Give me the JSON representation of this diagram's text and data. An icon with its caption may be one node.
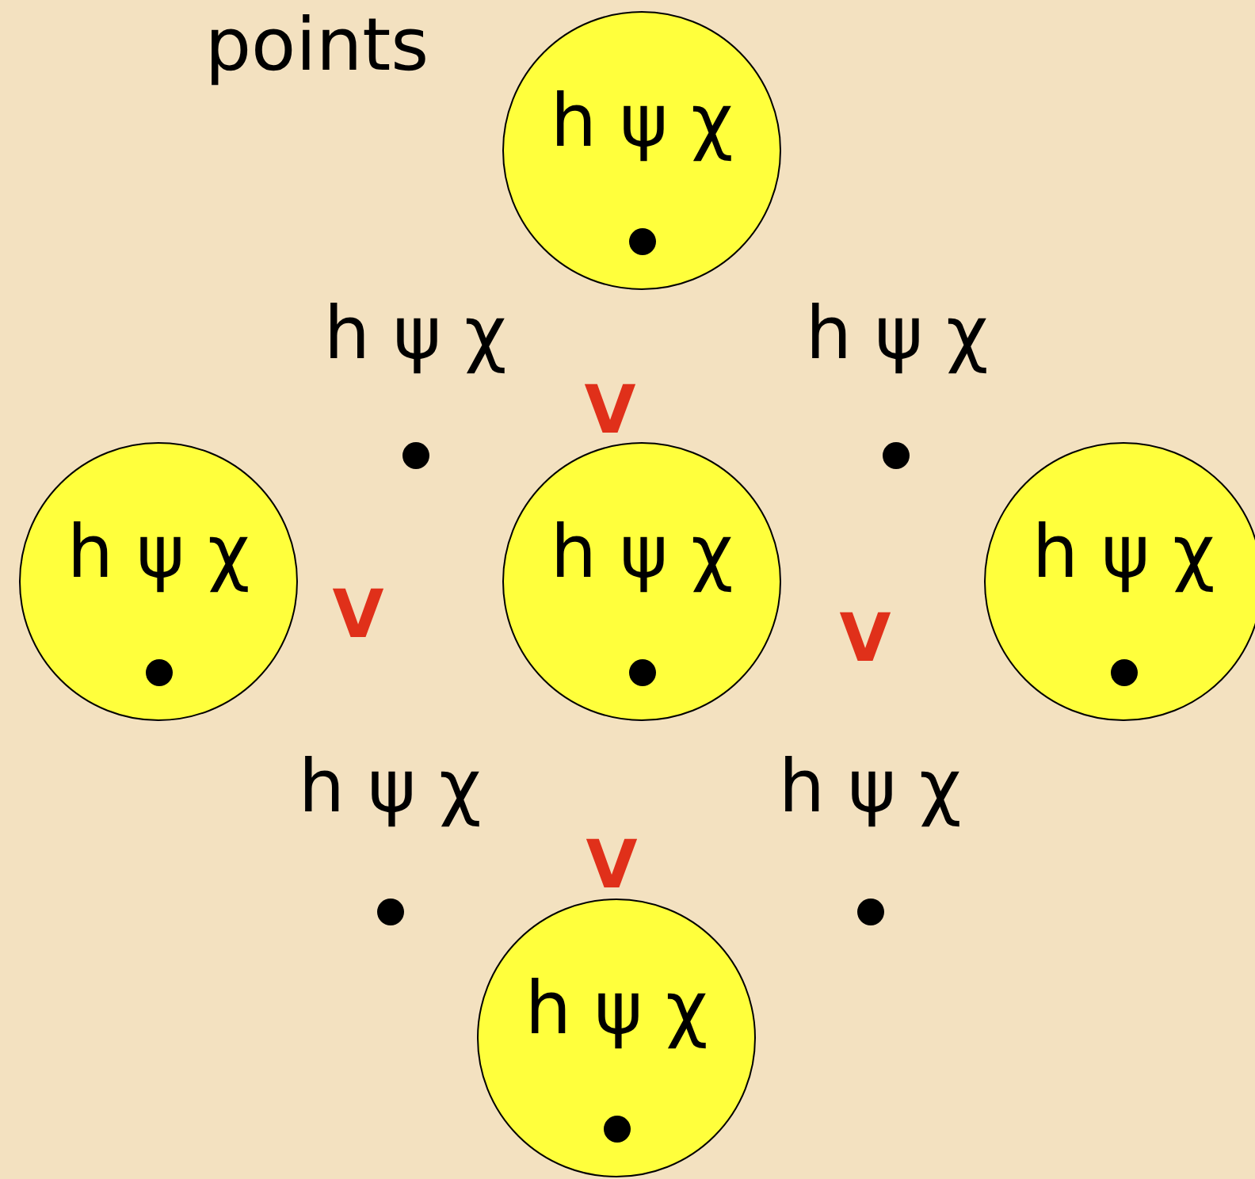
{
  "diagram": {
    "nodes": [
      {
        "text": [
          "h ψ χ"
        ]
      },
      {
        "text": [
          "h ψ χ"
        ]
      },
      {
        "text": [
          "h ψ χ"
        ]
      },
      {
        "text": [
          "h ψ χ"
        ]
      },
      {
        "text": [
          "h ψ χ"
        ]
      }
    ],
    "labels": [
      "points",
      "h ψ χ",
      "h ψ χ",
      "V",
      "V",
      "V",
      "h ψ χ",
      "h ψ χ",
      "V"
    ]
  }
}
